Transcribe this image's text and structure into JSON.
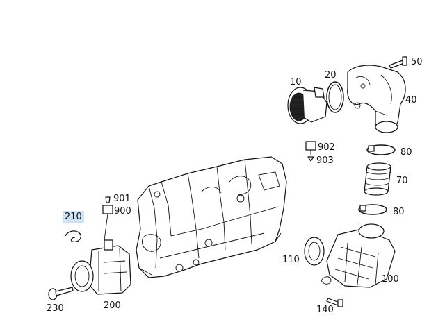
{
  "callouts": [
    {
      "id": "p10",
      "text": "10",
      "highlighted": false
    },
    {
      "id": "p20",
      "text": "20",
      "highlighted": false
    },
    {
      "id": "p50",
      "text": "50",
      "highlighted": false
    },
    {
      "id": "p40",
      "text": "40",
      "highlighted": false
    },
    {
      "id": "p902",
      "text": "902",
      "highlighted": false
    },
    {
      "id": "p903",
      "text": "903",
      "highlighted": false
    },
    {
      "id": "p80a",
      "text": "80",
      "highlighted": false
    },
    {
      "id": "p70",
      "text": "70",
      "highlighted": false
    },
    {
      "id": "p80b",
      "text": "80",
      "highlighted": false
    },
    {
      "id": "p901",
      "text": "901",
      "highlighted": false
    },
    {
      "id": "p900",
      "text": "900",
      "highlighted": false
    },
    {
      "id": "p210",
      "text": "210",
      "highlighted": true
    },
    {
      "id": "p110",
      "text": "110",
      "highlighted": false
    },
    {
      "id": "p100",
      "text": "100",
      "highlighted": false
    },
    {
      "id": "p230",
      "text": "230",
      "highlighted": false
    },
    {
      "id": "p200",
      "text": "200",
      "highlighted": false
    },
    {
      "id": "p140",
      "text": "140",
      "highlighted": false
    }
  ],
  "colors": {
    "line": "#111111",
    "highlight": "#cfe3f5",
    "background": "#ffffff"
  }
}
